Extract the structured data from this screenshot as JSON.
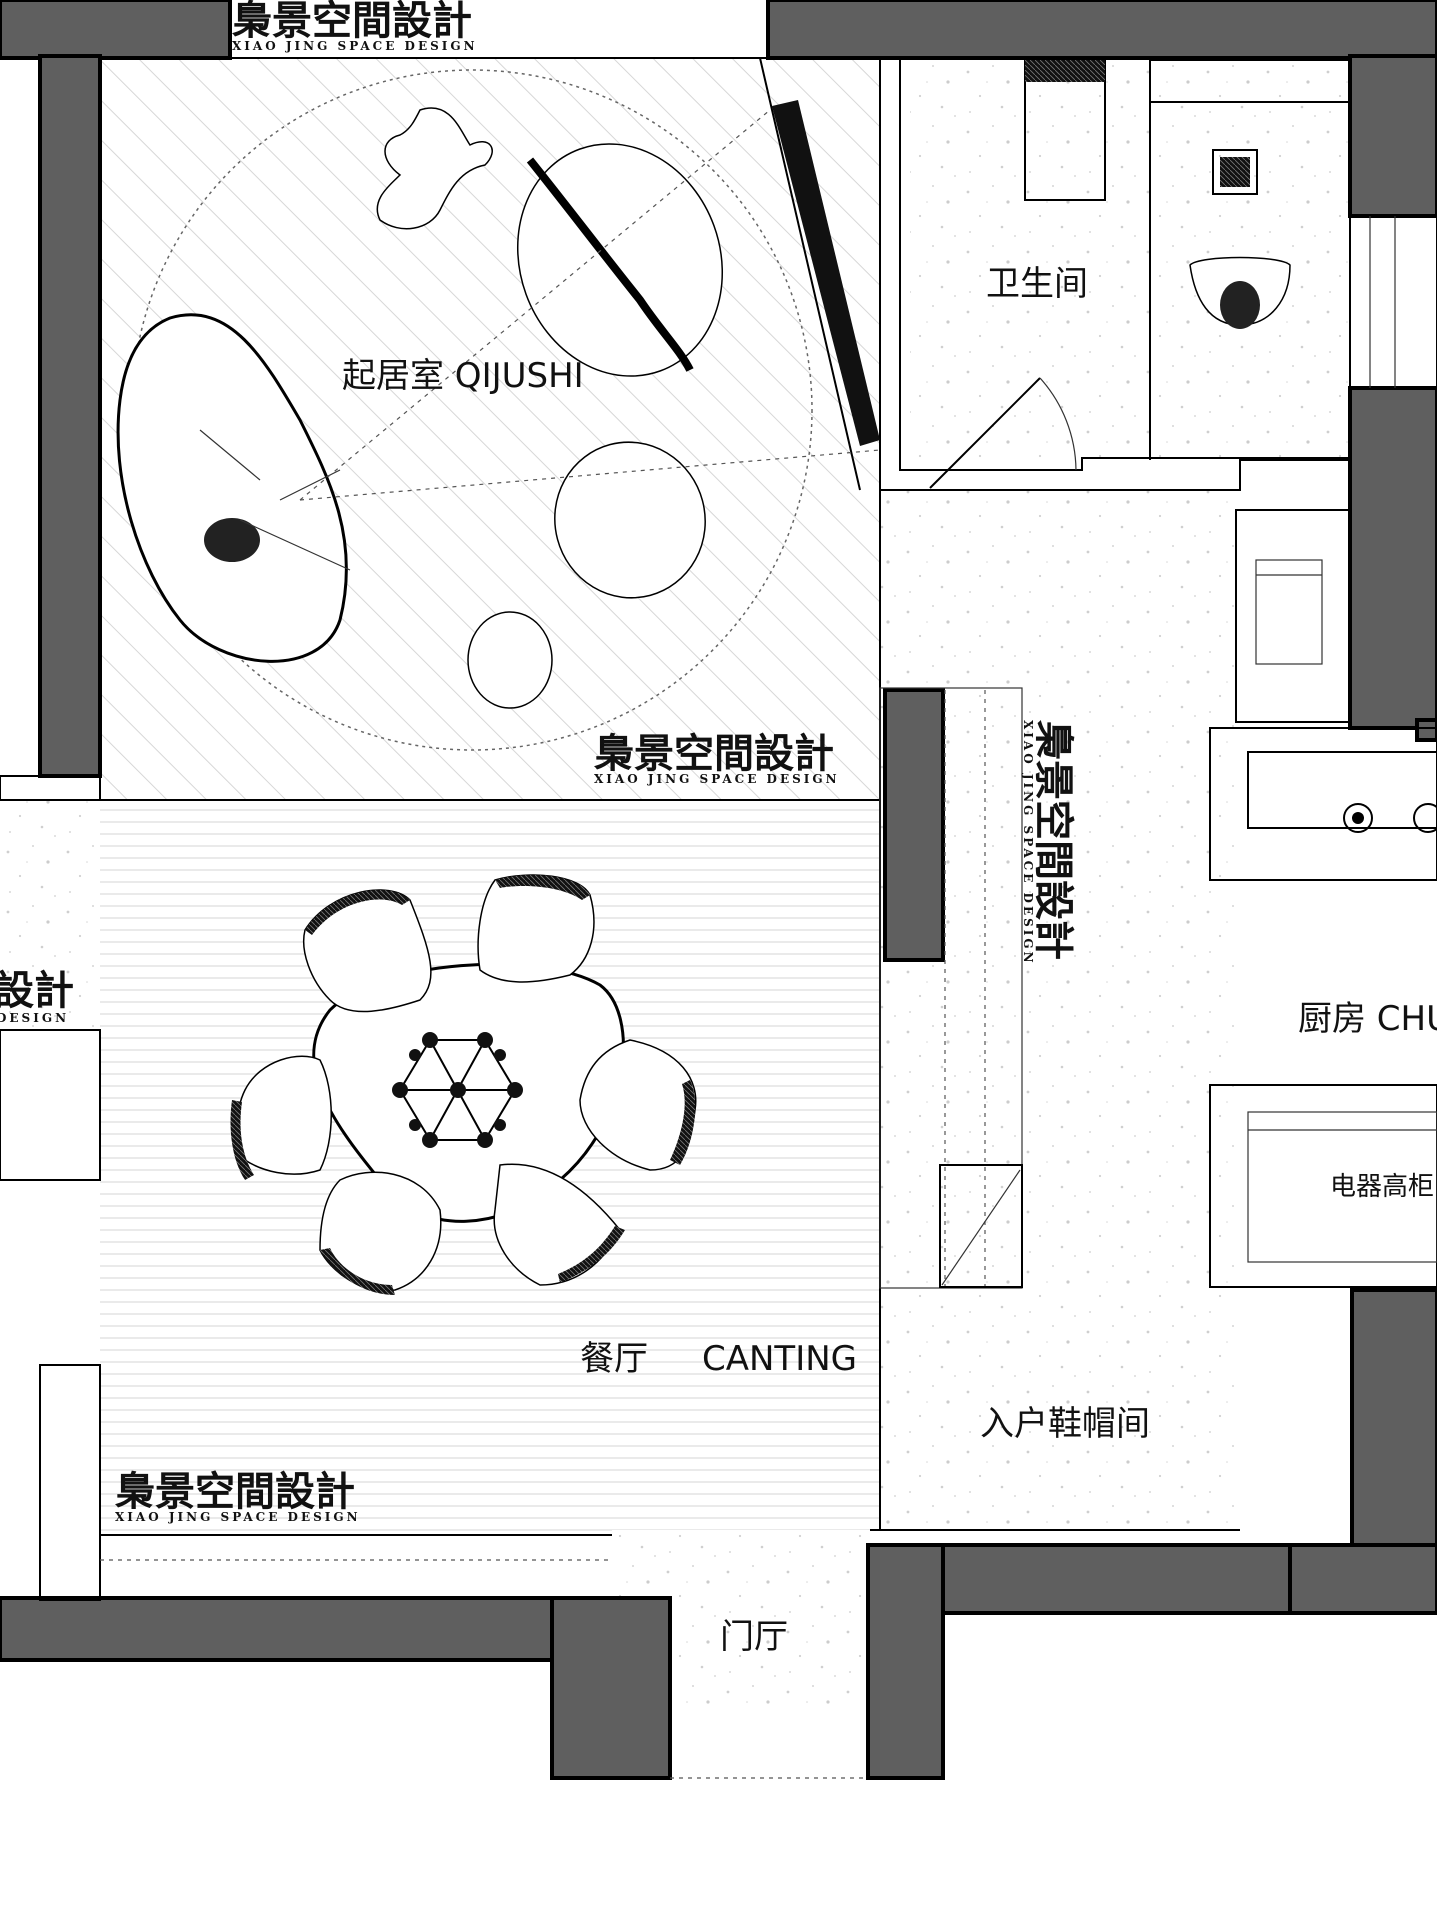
{
  "rooms": {
    "living": "起居室 QIJUSHI",
    "bathroom": "卫生间",
    "dining": "餐厅",
    "dining_en": "CANTING",
    "shoe_room": "入户鞋帽间",
    "foyer": "门厅",
    "kitchen": "厨房 CHU",
    "appliance": "电器高柜"
  },
  "watermark": {
    "cn": "梟景空間設計",
    "en": "XIAO JING SPACE DESIGN",
    "cn_partial": "設計",
    "en_partial": "DESIGN"
  },
  "colors": {
    "wall": "#5f5f5f",
    "background": "#ffffff",
    "line": "#000000"
  }
}
